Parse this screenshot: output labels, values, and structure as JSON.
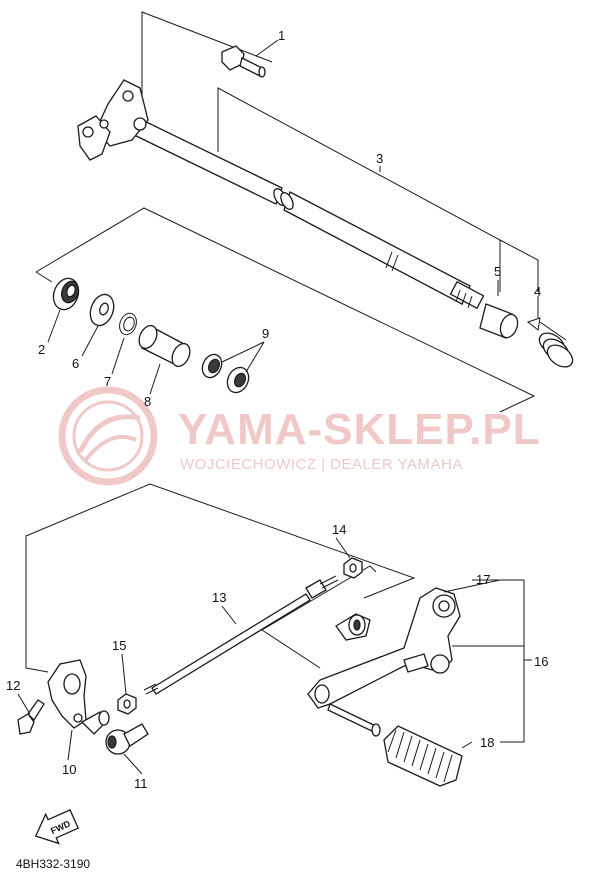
{
  "watermark": {
    "brand": "YAMA-SKLEP.PL",
    "subtitle": "WOJCIECHOWICZ | DEALER YAMAHA",
    "color": "#f1c8c8"
  },
  "fwd_label": "FWD",
  "diagram_code": "4BH332-3190",
  "callouts": {
    "c1": "1",
    "c2": "2",
    "c3": "3",
    "c4": "4",
    "c5": "5",
    "c6": "6",
    "c7": "7",
    "c8": "8",
    "c9": "9",
    "c10": "10",
    "c11": "11",
    "c12": "12",
    "c13": "13",
    "c14": "14",
    "c15": "15",
    "c16": "16",
    "c17": "17",
    "c18": "18"
  }
}
